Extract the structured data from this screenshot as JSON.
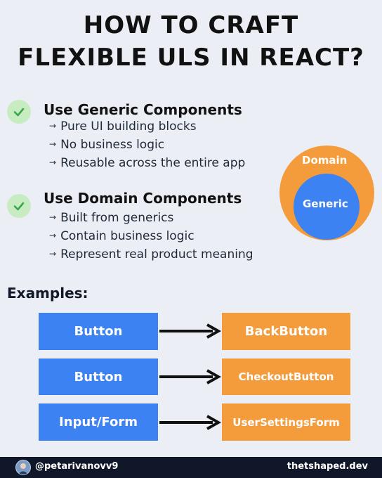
{
  "title": {
    "line1": "HOW TO CRAFT",
    "line2": "FLEXIBLE ULS IN REACT?"
  },
  "sections": [
    {
      "heading": "Use Generic Components",
      "icon": "checkmark-icon",
      "bullets": [
        "Pure UI building blocks",
        "No business logic",
        "Reusable across the entire app"
      ]
    },
    {
      "heading": "Use Domain Components",
      "icon": "checkmark-icon",
      "bullets": [
        "Built from generics",
        "Contain business logic",
        "Represent real product meaning"
      ]
    }
  ],
  "bullet_marker": "→",
  "venn": {
    "outer_label": "Domain",
    "inner_label": "Generic"
  },
  "examples": {
    "label": "Examples:",
    "rows": [
      {
        "generic": "Button",
        "domain": "BackButton"
      },
      {
        "generic": "Button",
        "domain": "CheckoutButton"
      },
      {
        "generic": "Input/Form",
        "domain": "UserSettingsForm"
      }
    ]
  },
  "footer": {
    "handle": "@petarivanovv9",
    "site": "thetshaped.dev"
  },
  "colors": {
    "background": "#eceef5",
    "blue": "#3c82f2",
    "orange": "#f49c3c",
    "check_bg": "#c8ecc2",
    "check_mark": "#3aa84a",
    "footer": "#0f1729"
  }
}
